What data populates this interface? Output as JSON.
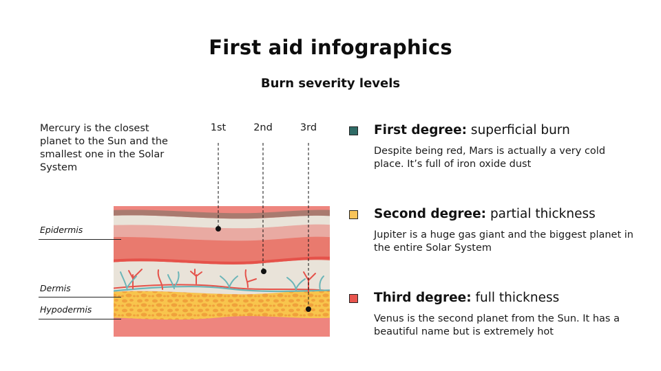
{
  "header": {
    "title": "First aid infographics",
    "subtitle": "Burn severity levels"
  },
  "intro": {
    "text": "Mercury is the closest planet to the Sun and the smallest one in the Solar System"
  },
  "degree_markers": [
    {
      "label": "1st"
    },
    {
      "label": "2nd"
    },
    {
      "label": "3rd"
    }
  ],
  "skin_layers": [
    {
      "label": "Epidermis"
    },
    {
      "label": "Dermis"
    },
    {
      "label": "Hypodermis"
    }
  ],
  "legend": [
    {
      "title_bold": "First degree:",
      "title_rest": " superficial burn",
      "description": "Despite being red, Mars is actually a very cold place. It’s full of iron oxide dust",
      "color": "#2f6b66"
    },
    {
      "title_bold": "Second degree:",
      "title_rest": " partial thickness",
      "description": "Jupiter is a huge gas giant and the biggest planet in the entire Solar System",
      "color": "#f8c45a"
    },
    {
      "title_bold": "Third degree:",
      "title_rest": " full thickness",
      "description": "Venus is the second planet from the Sun. It has a beautiful name but is extremely hot",
      "color": "#e8554e"
    }
  ],
  "colors": {
    "outer_skin": "#a97a6f",
    "cream": "#e9e3d9",
    "light_pink": "#e9aaa2",
    "salmon": "#e97a6e",
    "red_line": "#e5524a",
    "teal_vessel": "#6bb5b8",
    "fat_yellow": "#f8c54d",
    "fat_orange": "#f0a13c",
    "bottom_pink": "#ee857e"
  }
}
